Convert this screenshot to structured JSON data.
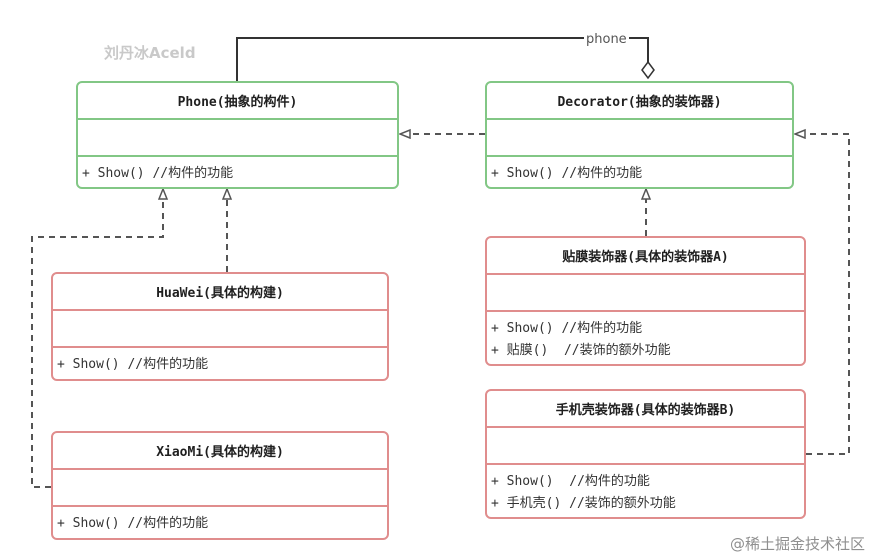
{
  "author": "刘丹冰Aceld",
  "watermark": "@稀土掘金技术社区",
  "aggregation_label": "phone",
  "classes": {
    "phone": {
      "title": "Phone(抽象的构件)",
      "methods": [
        "+ Show() //构件的功能"
      ]
    },
    "decorator": {
      "title": "Decorator(抽象的装饰器)",
      "methods": [
        "+ Show() //构件的功能"
      ]
    },
    "huawei": {
      "title": "HuaWei(具体的构建)",
      "methods": [
        "+ Show() //构件的功能"
      ]
    },
    "xiaomi": {
      "title": "XiaoMi(具体的构建)",
      "methods": [
        "+ Show() //构件的功能"
      ]
    },
    "decorator_a": {
      "title": "贴膜装饰器(具体的装饰器A)",
      "methods": [
        "+ Show() //构件的功能",
        "+ 贴膜()  //装饰的额外功能"
      ]
    },
    "decorator_b": {
      "title": "手机壳装饰器(具体的装饰器B)",
      "methods": [
        "+ Show()  //构件的功能",
        "+ 手机壳() //装饰的额外功能"
      ]
    }
  }
}
